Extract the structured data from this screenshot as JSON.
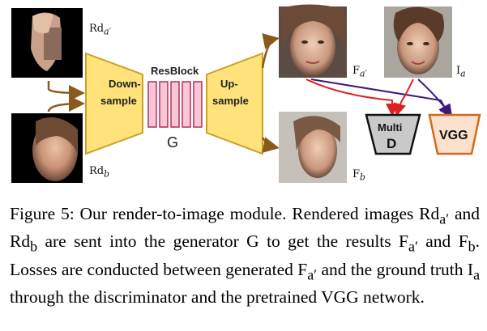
{
  "figure": {
    "input_a_label": "Rd",
    "input_a_sub": "a′",
    "input_b_label": "Rd",
    "input_b_sub": "b",
    "encoder_label_line1": "Down-",
    "encoder_label_line2": "sample",
    "resblock_label": "ResBlock",
    "decoder_label_line1": "Up-",
    "decoder_label_line2": "sample",
    "generator_label": "G",
    "output_a_label": "F",
    "output_a_sub": "a′",
    "output_b_label": "F",
    "output_b_sub": "b",
    "gt_label": "I",
    "gt_sub": "a",
    "disc_label_line1": "Multi",
    "disc_label_line2": "D",
    "vgg_label": "VGG",
    "colors": {
      "trapezoid_fill": "#ffe27a",
      "trapezoid_stroke": "#c9a227",
      "resblock_fill": "#f9c6d6",
      "resblock_stroke": "#b0305a",
      "disc_fill": "#c9c9c9",
      "vgg_fill": "#fbe0cc",
      "vgg_stroke": "#d2691e",
      "arrow_brown": "#8a5a1c",
      "arrow_red": "#e02020",
      "arrow_purple": "#3b1a7a"
    }
  },
  "caption": {
    "figure_no": "Figure 5:",
    "text_1": " Our render-to-image module. Rendered images ",
    "rd": "Rd",
    "sub_a": "a′",
    "text_2": " and ",
    "rd_b": "Rd",
    "sub_b": "b",
    "text_3": " are sent into the generator G to get the results ",
    "f_a": "F",
    "sub_fa": "a′",
    "text_4": " and ",
    "f_b": "F",
    "sub_fb": "b",
    "text_5": ". Losses are conducted between generated ",
    "f_a2": "F",
    "sub_fa2": "a′",
    "text_6": " and the ground truth ",
    "i_a": "I",
    "sub_ia": "a",
    "text_7": " through the discriminator and the pretrained VGG network."
  }
}
